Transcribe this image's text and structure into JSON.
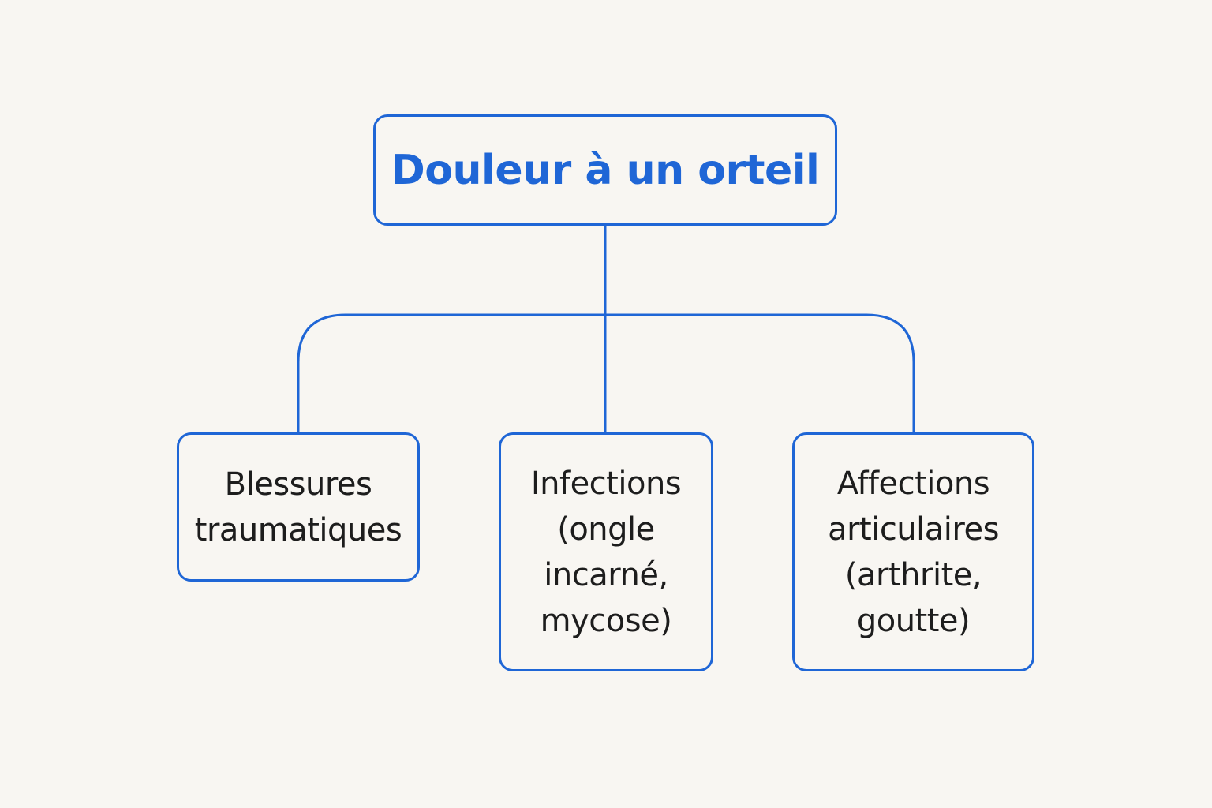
{
  "diagram": {
    "root": {
      "label": "Douleur à un orteil"
    },
    "children": [
      {
        "lines": [
          "Blessures",
          "traumatiques"
        ]
      },
      {
        "lines": [
          "Infections",
          "(ongle",
          "incarné,",
          "mycose)"
        ]
      },
      {
        "lines": [
          "Affections",
          "articulaires",
          "(arthrite,",
          "goutte)"
        ]
      }
    ]
  },
  "colors": {
    "background": "#f8f6f2",
    "accent": "#1f66d6",
    "text": "#1d1d1d"
  }
}
